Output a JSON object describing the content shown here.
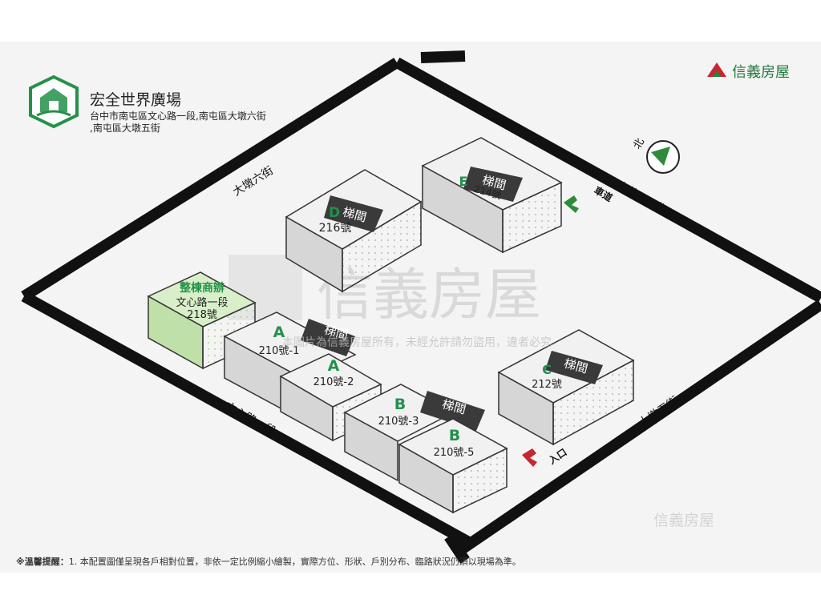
{
  "header": {
    "title": "宏全世界廣場",
    "address_line1": "台中市南屯區文心路一段,南屯區大墩六街",
    "address_line2": ",南屯區大墩五街",
    "logo_icon": "house-shield-icon"
  },
  "brand": {
    "name": "信義房屋",
    "logo_icon": "sinyi-logo-icon",
    "color": "#1a8a3c"
  },
  "watermark": {
    "main": "信義房屋",
    "sub": "本圖片為信義房屋所有，未經允許請勿盜用，違者必究",
    "corner": "信義房屋"
  },
  "streets": {
    "top_left": "大墩六街",
    "top_right": "大英西一街",
    "bottom_left": "文心路一段",
    "bottom_right": "大墩五街"
  },
  "compass": {
    "label": "北",
    "icon": "north-arrow-icon"
  },
  "markers": {
    "driveway": {
      "label": "車道",
      "icon": "driveway-chevron-icon",
      "color": "#2e8b3a"
    },
    "entrance": {
      "label": "入口",
      "icon": "entrance-chevron-icon",
      "color": "#c6262e"
    }
  },
  "buildings": {
    "whole_office": {
      "tag": "整棟商辦",
      "line1": "文心路一段",
      "line2": "218號",
      "color": "#c9e6b6"
    },
    "E": {
      "letter": "E",
      "number": "214號",
      "elevator": "梯間"
    },
    "D": {
      "letter": "D",
      "number": "216號",
      "elevator": "梯間"
    },
    "A1": {
      "letter": "A",
      "number": "210號-1",
      "elevator": "梯間"
    },
    "A2": {
      "letter": "A",
      "number": "210號-2"
    },
    "B3": {
      "letter": "B",
      "number": "210號-3",
      "elevator": "梯間"
    },
    "B5": {
      "letter": "B",
      "number": "210號-5"
    },
    "C": {
      "letter": "C",
      "number": "212號",
      "elevator": "梯間"
    }
  },
  "footer": {
    "label": "※溫馨提醒：",
    "text": "1. 本配置圖僅呈現各戶相對位置，非依一定比例縮小繪製，實際方位、形狀、戶別分布、臨路狀況仍須以現場為準。"
  },
  "colors": {
    "accent_green": "#23914a",
    "road": "#111111",
    "box_top": "#f1f1f1",
    "box_side": "#d4d4d4",
    "label_dark": "#3a3a3a"
  }
}
